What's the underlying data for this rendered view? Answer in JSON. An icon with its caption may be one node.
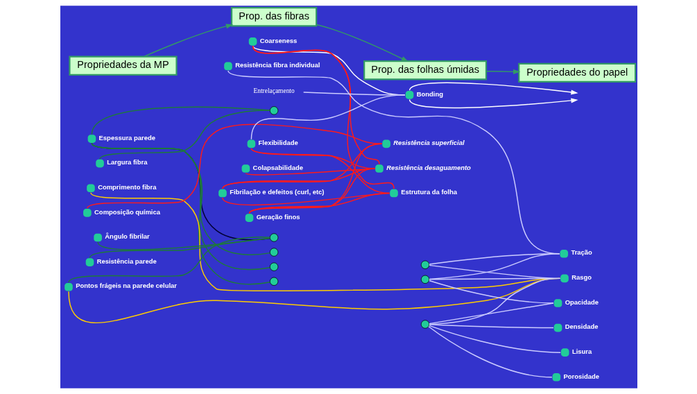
{
  "diagram": {
    "nodes": [
      {
        "text": [
          "Propriedades da MP"
        ]
      },
      {
        "text": [
          "Prop. das fibras"
        ]
      },
      {
        "text": [
          "Prop. das folhas úmidas"
        ]
      },
      {
        "text": [
          "Propriedades do papel"
        ]
      },
      {
        "text": [
          "Espessura parede"
        ]
      },
      {
        "text": [
          "Largura fibra"
        ]
      },
      {
        "text": [
          "Comprimento fibra"
        ]
      },
      {
        "text": [
          "Composição química"
        ]
      },
      {
        "text": [
          "Ângulo fibrilar"
        ]
      },
      {
        "text": [
          "Resistência parede"
        ]
      },
      {
        "text": [
          "Pontos frágeis na parede celular"
        ]
      },
      {
        "text": [],
        "shape": "circle"
      },
      {
        "text": [],
        "shape": "circle"
      },
      {
        "text": [],
        "shape": "circle"
      },
      {
        "text": [],
        "shape": "circle"
      },
      {
        "text": [],
        "shape": "circle"
      },
      {
        "text": [
          "Coarseness"
        ]
      },
      {
        "text": [
          "Resistência fibra individual"
        ]
      },
      {
        "text": [
          "Entrelaçamento"
        ]
      },
      {
        "text": [
          "Flexibilidade"
        ]
      },
      {
        "text": [
          "Colapsabilidade"
        ]
      },
      {
        "text": [
          "Fibrilação e defeitos (curl, etc)"
        ]
      },
      {
        "text": [
          "Geração finos"
        ]
      },
      {
        "text": [
          "Bonding"
        ]
      },
      {
        "text": [
          "Resistência superficial"
        ]
      },
      {
        "text": [
          "Resistência desaguamento"
        ]
      },
      {
        "text": [
          "Estrutura da folha"
        ]
      },
      {
        "text": [],
        "shape": "circle"
      },
      {
        "text": [],
        "shape": "circle"
      },
      {
        "text": [],
        "shape": "circle"
      },
      {
        "text": [
          "Tração"
        ]
      },
      {
        "text": [
          "Rasgo"
        ]
      },
      {
        "text": [
          "Opacidade"
        ]
      },
      {
        "text": [
          "Densidade"
        ]
      },
      {
        "text": [
          "Lisura"
        ]
      },
      {
        "text": [
          "Porosidade"
        ]
      }
    ],
    "edges": [
      {
        "from": 0,
        "to": 1,
        "arrow": "to",
        "color": "#339966"
      },
      {
        "from": 1,
        "to": 2,
        "arrow": "to",
        "color": "#339966"
      },
      {
        "from": 2,
        "to": 3,
        "arrow": "to",
        "color": "#339966"
      },
      {
        "from": 4,
        "to": 11,
        "arrow": "none",
        "color": "#1e7a3a"
      },
      {
        "from": 4,
        "to": 12,
        "arrow": "none",
        "color": "#000033"
      },
      {
        "from": 4,
        "to": 13,
        "arrow": "none",
        "color": "#1e7a3a"
      },
      {
        "from": 4,
        "to": 14,
        "arrow": "none",
        "color": "#1e7a3a"
      },
      {
        "from": 4,
        "to": 15,
        "arrow": "none",
        "color": "#1e7a3a"
      },
      {
        "from": 5,
        "to": 11,
        "arrow": "none",
        "color": "#1e7a3a"
      },
      {
        "from": 8,
        "to": 12,
        "arrow": "none",
        "color": "#1e7a3a"
      },
      {
        "from": 9,
        "to": 12,
        "arrow": "none",
        "color": "#1e7a3a"
      },
      {
        "from": 10,
        "to": 12,
        "arrow": "none",
        "color": "#1e7a3a"
      },
      {
        "from": 6,
        "to": 31,
        "arrow": "none",
        "color": "#ffcc00"
      },
      {
        "from": 10,
        "to": 31,
        "arrow": "none",
        "color": "#ffcc00"
      },
      {
        "from": 7,
        "to": 24,
        "arrow": "none",
        "color": "#ff1a1a"
      },
      {
        "from": 16,
        "to": 23,
        "arrow": "none",
        "color": "#ffffff"
      },
      {
        "from": 23,
        "to": 18,
        "arrow": "none",
        "color": "#ccccff"
      },
      {
        "from": 23,
        "to": 19,
        "arrow": "none",
        "color": "#ccccff"
      },
      {
        "from": 23,
        "to": null,
        "arrow": "to",
        "color": "#ffffff"
      },
      {
        "from": 23,
        "to": null,
        "arrow": "to",
        "color": "#ffffff"
      },
      {
        "from": 17,
        "to": 30,
        "arrow": "none",
        "color": "#ccccff"
      },
      {
        "from": 16,
        "to": 25,
        "arrow": "none",
        "color": "#ff1a1a"
      },
      {
        "from": 16,
        "to": 26,
        "arrow": "none",
        "color": "#ff1a1a"
      },
      {
        "from": 19,
        "to": 25,
        "arrow": "none",
        "color": "#ff1a1a"
      },
      {
        "from": 19,
        "to": 26,
        "arrow": "none",
        "color": "#ff1a1a"
      },
      {
        "from": 20,
        "to": 25,
        "arrow": "none",
        "color": "#ff1a1a"
      },
      {
        "from": 21,
        "to": 24,
        "arrow": "none",
        "color": "#ff1a1a"
      },
      {
        "from": 21,
        "to": 25,
        "arrow": "none",
        "color": "#ff1a1a"
      },
      {
        "from": 21,
        "to": 26,
        "arrow": "none",
        "color": "#ff1a1a"
      },
      {
        "from": 22,
        "to": 24,
        "arrow": "none",
        "color": "#ff1a1a"
      },
      {
        "from": 22,
        "to": 25,
        "arrow": "none",
        "color": "#ff1a1a"
      },
      {
        "from": 22,
        "to": 26,
        "arrow": "none",
        "color": "#ff1a1a"
      },
      {
        "from": 27,
        "to": 30,
        "arrow": "none",
        "color": "#ccccff"
      },
      {
        "from": 27,
        "to": 31,
        "arrow": "none",
        "color": "#ccccff"
      },
      {
        "from": 28,
        "to": 30,
        "arrow": "none",
        "color": "#ccccff"
      },
      {
        "from": 28,
        "to": 31,
        "arrow": "none",
        "color": "#ccccff"
      },
      {
        "from": 28,
        "to": 32,
        "arrow": "none",
        "color": "#ccccff"
      },
      {
        "from": 29,
        "to": 31,
        "arrow": "none",
        "color": "#ccccff"
      },
      {
        "from": 29,
        "to": 32,
        "arrow": "none",
        "color": "#ccccff"
      },
      {
        "from": 29,
        "to": 33,
        "arrow": "none",
        "color": "#ccccff"
      },
      {
        "from": 29,
        "to": 34,
        "arrow": "none",
        "color": "#ccccff"
      },
      {
        "from": 29,
        "to": 35,
        "arrow": "none",
        "color": "#ccccff"
      }
    ]
  }
}
